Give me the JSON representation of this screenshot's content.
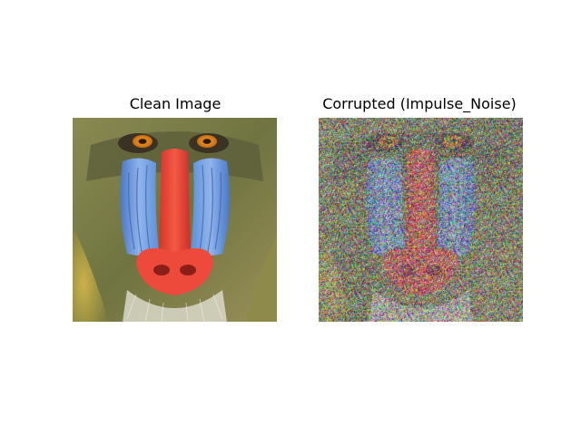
{
  "panels": [
    {
      "title": "Clean Image",
      "image": "mandrill-baboon-face"
    },
    {
      "title": "Corrupted (Impulse_Noise)",
      "image": "mandrill-baboon-face-impulse-noise"
    }
  ]
}
